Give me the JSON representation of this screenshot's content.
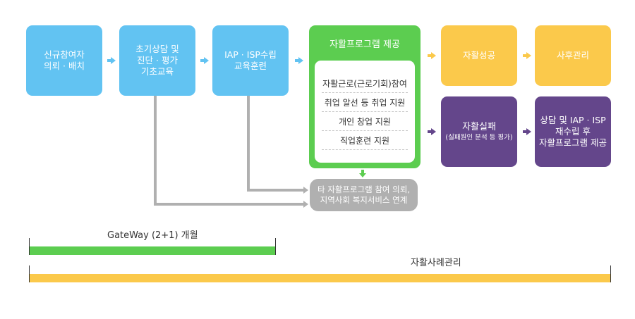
{
  "boxes": {
    "b1": [
      "신규참여자",
      "의뢰 · 배치"
    ],
    "b2": [
      "초기상담 및",
      "진단 · 평가",
      "기초교육"
    ],
    "b3": [
      "IAP · ISP수립",
      "교육훈련"
    ],
    "program_title": "자활프로그램 제공",
    "program_items": [
      "자활근로(근로기회)참여",
      "취업 알선 등 취업 지원",
      "개인 창업 지원",
      "직업훈련 지원"
    ],
    "success": "자활성공",
    "aftercare": "사후관리",
    "fail_title": "자활실패",
    "fail_sub": "(실패원인 분석 등 평가)",
    "counsel": [
      "상담 및 IAP · ISP",
      "재수립 후",
      "자활프로그램 제공"
    ],
    "other": [
      "타 자활프로그램 참여 의뢰,",
      "지역사회 복지서비스 연계"
    ]
  },
  "timeline": {
    "gateway_label": "GateWay (2+1) 개월",
    "case_label": "자활사례관리"
  },
  "colors": {
    "blue": "#62c3f2",
    "green": "#5ccd50",
    "yellow": "#fbc94b",
    "purple": "#64468b",
    "gray": "#b0b0b0"
  }
}
